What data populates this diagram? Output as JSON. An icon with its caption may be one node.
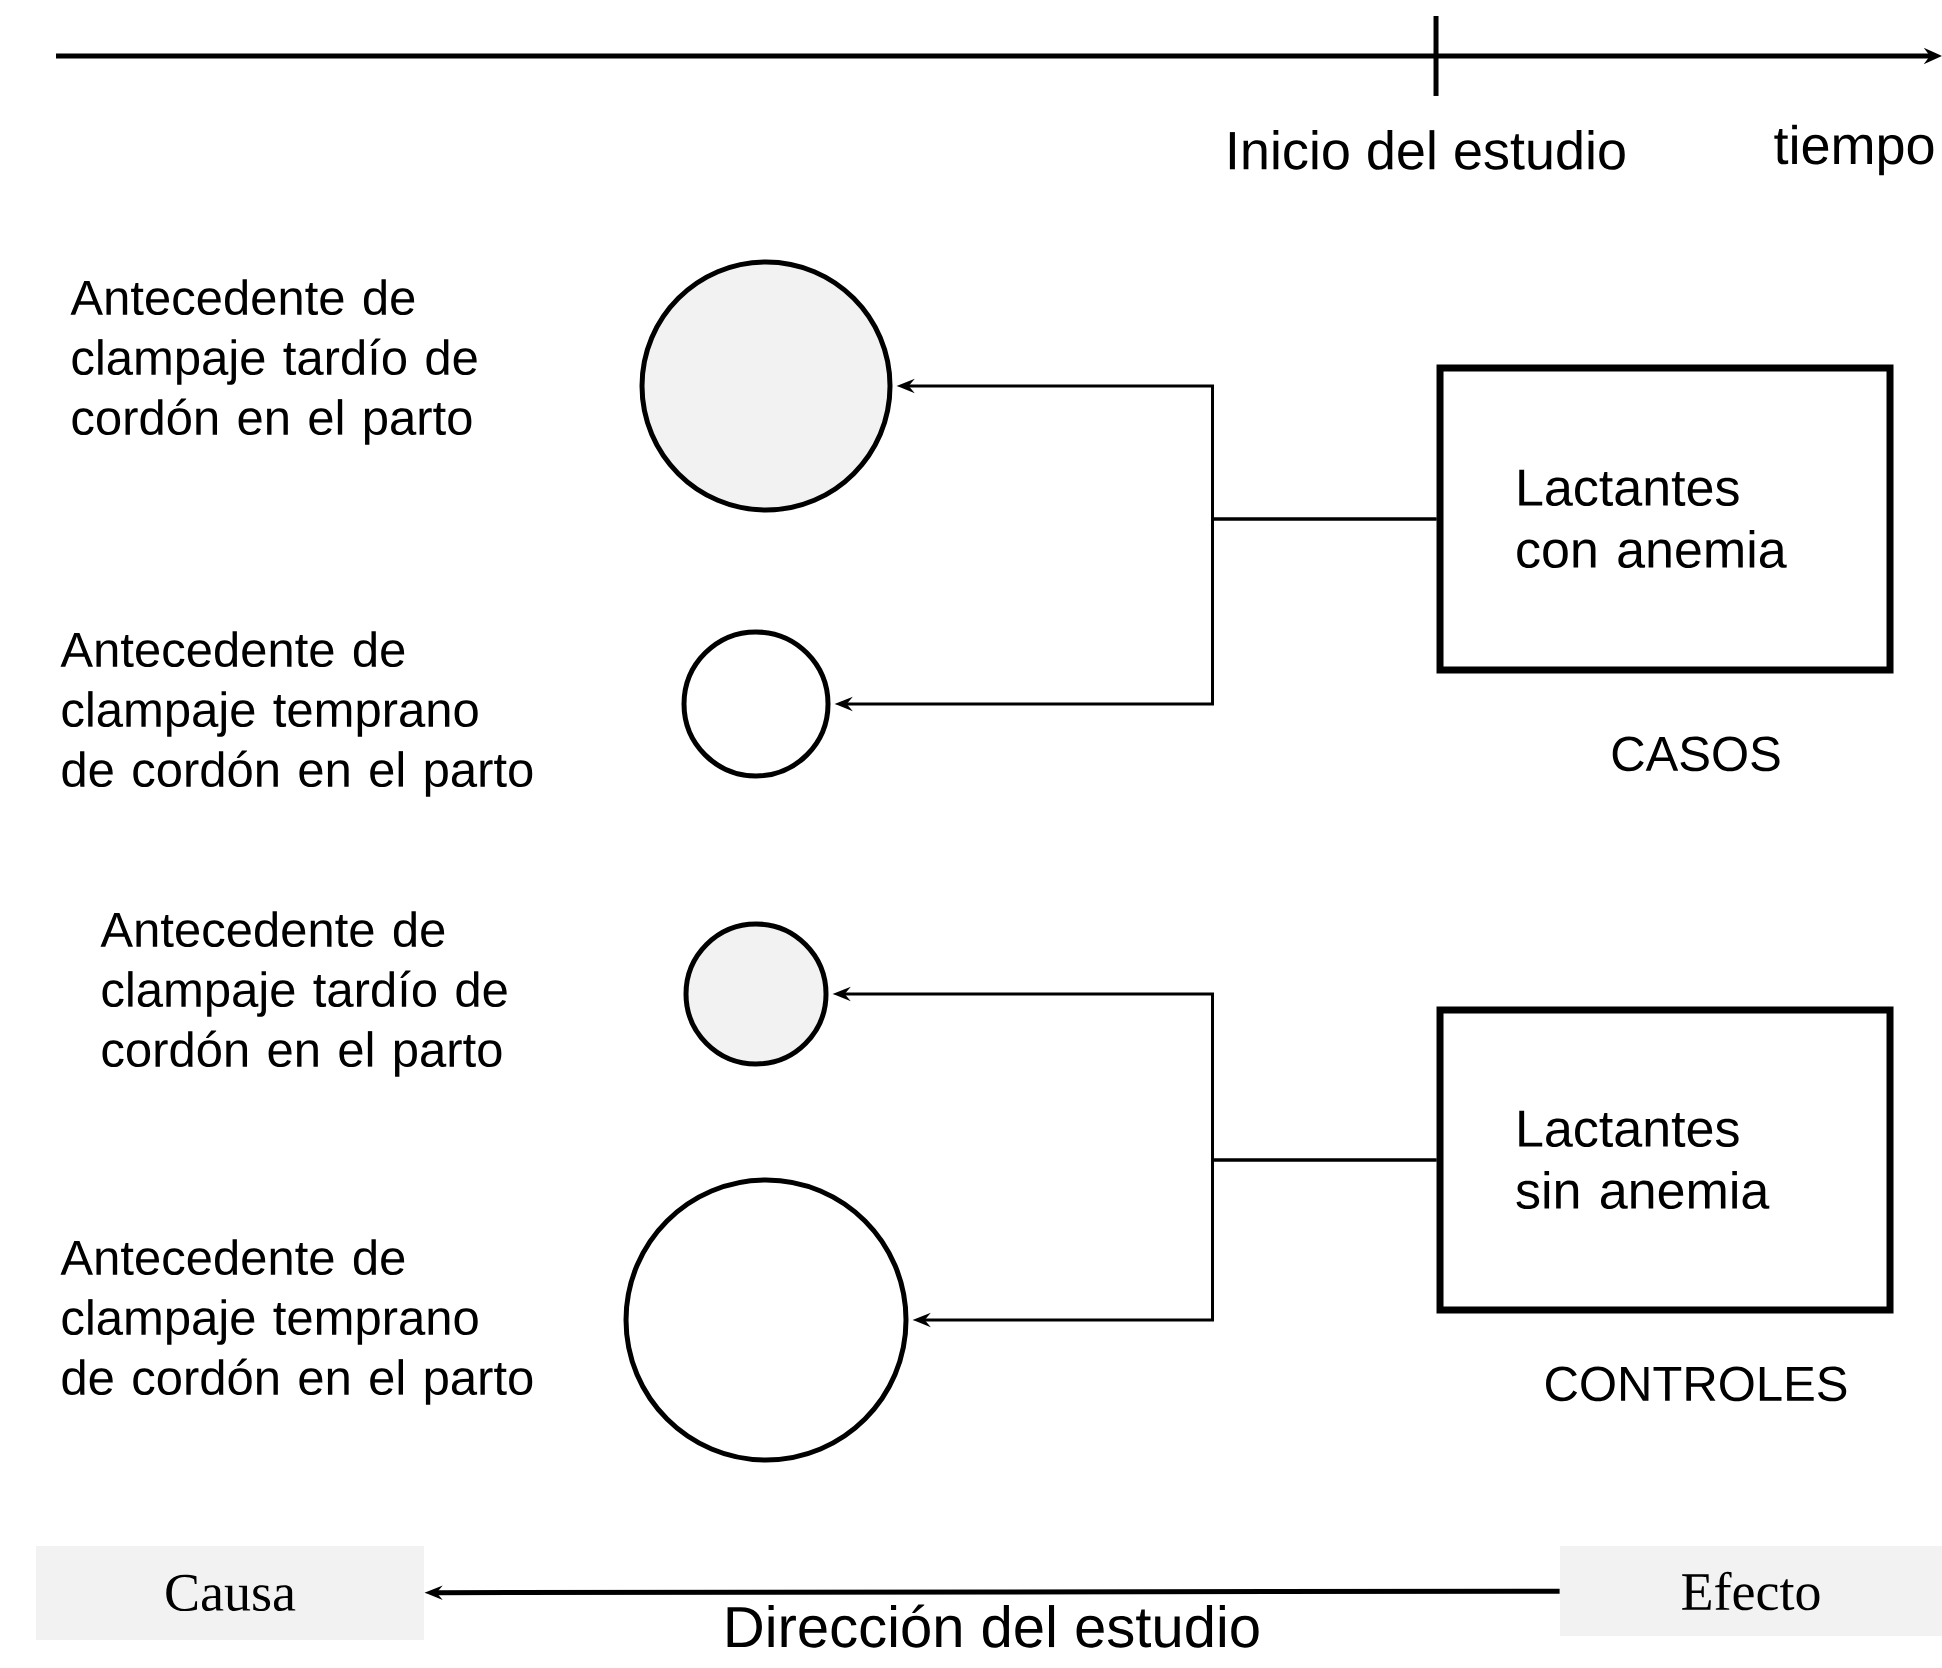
{
  "diagram": {
    "nodes": [
      {
        "text": [],
        "shape": "circle",
        "beside": [
          "Antecedente de clampaje tardío de cordón en el parto"
        ]
      },
      {
        "text": [],
        "shape": "circle",
        "beside": [
          "Antecedente de clampaje temprano de cordón en el parto"
        ]
      },
      {
        "text": [],
        "shape": "circle",
        "beside": [
          "Antecedente de clampaje tardío de cordón en el parto"
        ]
      },
      {
        "text": [],
        "shape": "circle",
        "beside": [
          "Antecedente de clampaje temprano de cordón en el parto"
        ]
      },
      {
        "text": [
          "Lactantes con anemia"
        ],
        "beside": [
          "CASOS"
        ]
      },
      {
        "text": [
          "Lactantes sin anemia"
        ],
        "beside": [
          "CONTROLES"
        ]
      },
      {
        "text": [
          "Causa"
        ]
      },
      {
        "text": [
          "Efecto"
        ]
      }
    ],
    "edges": [
      {
        "from": 4,
        "to": 0,
        "arrow": "to"
      },
      {
        "from": 4,
        "to": 1,
        "arrow": "to"
      },
      {
        "from": 5,
        "to": 2,
        "arrow": "to"
      },
      {
        "from": 5,
        "to": 3,
        "arrow": "to"
      },
      {
        "from": 7,
        "to": 6,
        "arrow": "to",
        "label": "Dirección del estudio"
      }
    ],
    "labels": [
      "Inicio del estudio",
      "tiempo"
    ]
  }
}
